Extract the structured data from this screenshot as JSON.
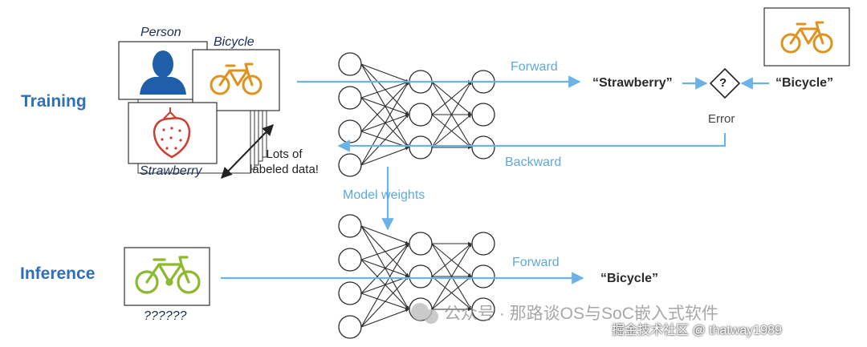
{
  "training": {
    "heading": "Training",
    "class_labels": {
      "person": "Person",
      "bicycle": "Bicycle",
      "strawberry": "Strawberry"
    },
    "data_note_line1": "Lots of",
    "data_note_line2": "labeled data!",
    "forward_label": "Forward",
    "prediction": "“Strawberry”",
    "error_symbol": "?",
    "ground_truth": "“Bicycle”",
    "error_label": "Error",
    "backward_label": "Backward"
  },
  "model_weights_label": "Model weights",
  "inference": {
    "heading": "Inference",
    "unknown_label": "??????",
    "forward_label": "Forward",
    "prediction": "“Bicycle”"
  },
  "watermark": {
    "line1": "公众号 · 那路谈OS与SoC嵌入式软件",
    "line2": "掘金技术社区 @ thatway1989"
  },
  "colors": {
    "arrow_blue": "#6cb2e6",
    "heading_blue": "#2f6fba",
    "bicycle_orange": "#e0931c",
    "bicycle_green": "#8db92e",
    "person_blue": "#1f5ea8",
    "strawberry_red": "#d23b2f"
  }
}
